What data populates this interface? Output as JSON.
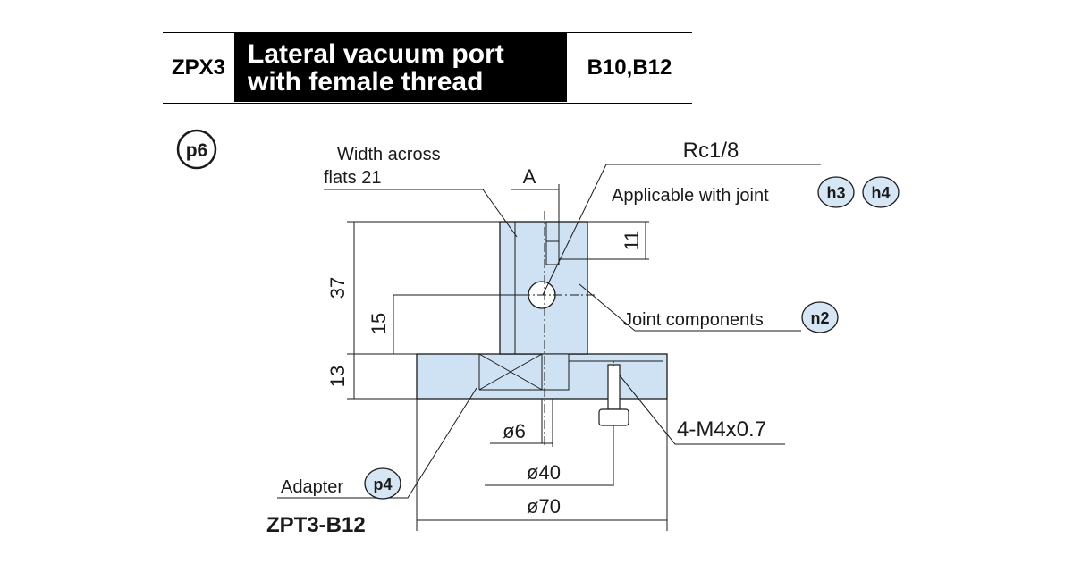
{
  "header": {
    "series": "ZPX3",
    "title_line1": "Lateral vacuum port",
    "title_line2": "with female thread",
    "code": "B10,B12"
  },
  "badges": {
    "p6": "p6",
    "h3": "h3",
    "h4": "h4",
    "n2": "n2",
    "p4": "p4"
  },
  "labels": {
    "width_across_line1": "Width across",
    "width_across_line2": "flats 21",
    "section_a": "A",
    "thread": "Rc1/8",
    "applicable_joint": "Applicable with joint",
    "joint_components": "Joint components",
    "adapter": "Adapter",
    "part_code": "ZPT3-B12",
    "bolt": "4-M4x0.7"
  },
  "dimensions": {
    "height_total": "37",
    "height_port": "15",
    "height_base": "13",
    "port_depth": "11",
    "dia_6": "ø6",
    "dia_40": "ø40",
    "dia_70": "ø70"
  },
  "colors": {
    "fill": "#cfe2f3",
    "stroke": "#1a1a1a",
    "badge_fill": "#d6e6f5"
  }
}
